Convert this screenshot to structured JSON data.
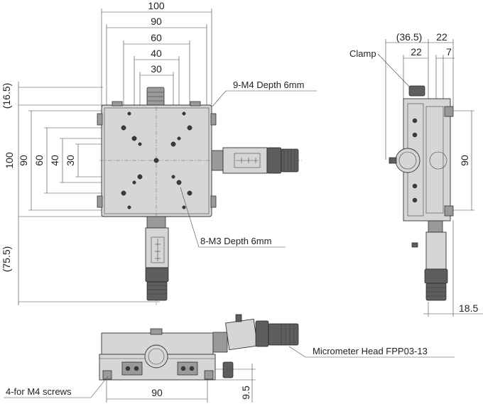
{
  "top_view": {
    "dims_horizontal": [
      "100",
      "90",
      "60",
      "40",
      "30"
    ],
    "dims_vertical": [
      "100",
      "90",
      "60",
      "40",
      "30"
    ],
    "dim_top_offset": "(16.5)",
    "dim_bottom_extension": "(75.5)",
    "callout_m4": "9-M4 Depth 6mm",
    "callout_m3": "8-M3 Depth 6mm"
  },
  "side_view": {
    "clamp_label": "Clamp",
    "dim_365": "(36.5)",
    "dim_22_top": "22",
    "dim_22_mid": "22",
    "dim_7": "7",
    "dim_90": "90",
    "dim_185": "18.5"
  },
  "front_view": {
    "micrometer_label": "Micrometer Head FPP03-13",
    "screws_label": "4-for M4 screws",
    "dim_90": "90",
    "dim_95": "9.5"
  }
}
